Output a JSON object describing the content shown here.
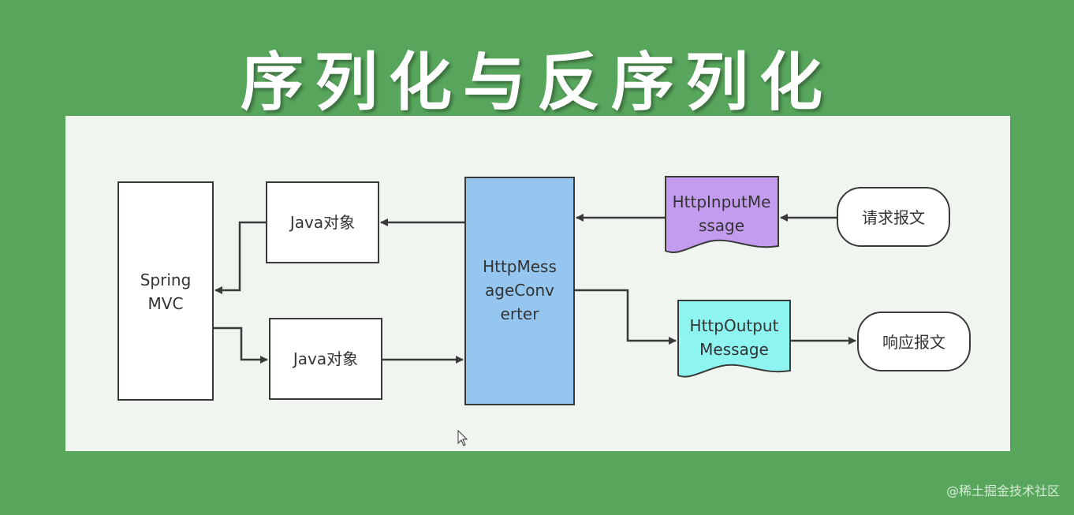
{
  "title": "序列化与反序列化",
  "nodes": {
    "spring_mvc": {
      "lines": [
        "Spring",
        "MVC"
      ]
    },
    "java_top": {
      "lines": [
        "Java对象"
      ]
    },
    "java_bottom": {
      "lines": [
        "Java对象"
      ]
    },
    "converter": {
      "lines": [
        "HttpMess",
        "ageConv",
        "erter"
      ],
      "fill": "#94c6ef"
    },
    "input_message": {
      "lines": [
        "HttpInputMe",
        "ssage"
      ],
      "fill": "#c39cf0"
    },
    "output_message": {
      "lines": [
        "HttpOutput",
        "Message"
      ],
      "fill": "#8ef4ef"
    },
    "request": {
      "lines": [
        "请求报文"
      ]
    },
    "response": {
      "lines": [
        "响应报文"
      ]
    }
  },
  "colors": {
    "background": "#58a65c",
    "panel": "#f0f5f0",
    "stroke": "#3a3a3a"
  },
  "watermark": "@稀土掘金技术社区",
  "cursor_icon": "mouse-pointer-icon"
}
